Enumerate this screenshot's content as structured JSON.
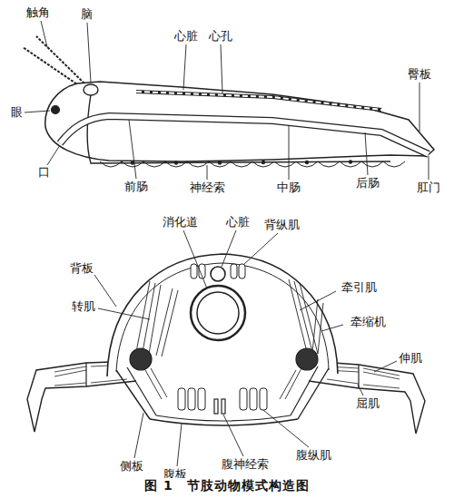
{
  "diagram": {
    "caption": "图 1　节肢动物模式构造图",
    "labels": [
      "触角",
      "脑",
      "心脏",
      "心孔",
      "眼",
      "口",
      "前肠",
      "神经索",
      "中肠",
      "后肠",
      "臀板",
      "肛门",
      "消化道",
      "心脏",
      "背纵肌",
      "背板",
      "转肌",
      "牵引肌",
      "牵缩机",
      "伸肌",
      "屈肌",
      "侧板",
      "腹板",
      "腹神经索",
      "腹纵肌"
    ]
  }
}
